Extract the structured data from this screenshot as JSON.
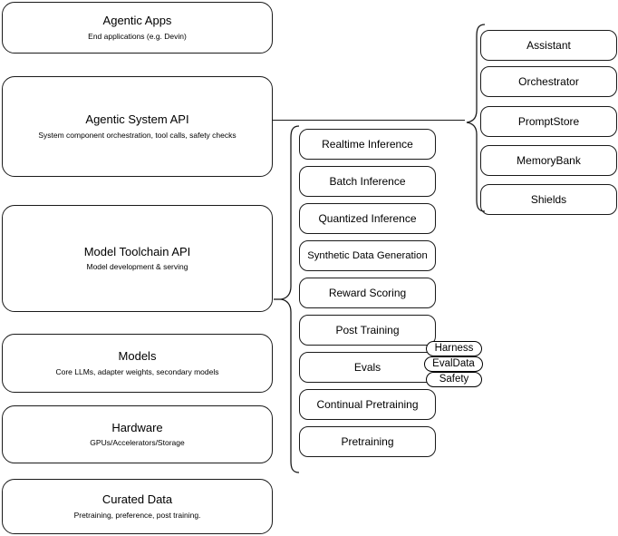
{
  "diagram": {
    "title": "AI Stack Architecture",
    "stroke_color": "#1a1a1a",
    "background_color": "#ffffff"
  },
  "layers": [
    {
      "name": "agentic-apps",
      "title": "Agentic Apps",
      "subtitle": "End applications (e.g. Devin)"
    },
    {
      "name": "agentic-system-api",
      "title": "Agentic System API",
      "subtitle": "System component orchestration, tool calls, safety checks"
    },
    {
      "name": "model-toolchain-api",
      "title": "Model Toolchain API",
      "subtitle": "Model development & serving"
    },
    {
      "name": "models",
      "title": "Models",
      "subtitle": "Core LLMs, adapter weights, secondary models"
    },
    {
      "name": "hardware",
      "title": "Hardware",
      "subtitle": "GPUs/Accelerators/Storage"
    },
    {
      "name": "curated-data",
      "title": "Curated Data",
      "subtitle": "Pretraining, preference, post training."
    }
  ],
  "toolchain_capabilities": [
    {
      "name": "realtime-inference",
      "label": "Realtime Inference"
    },
    {
      "name": "batch-inference",
      "label": "Batch Inference"
    },
    {
      "name": "quantized-inference",
      "label": "Quantized Inference"
    },
    {
      "name": "synthetic-data-generation",
      "label": "Synthetic Data Generation"
    },
    {
      "name": "reward-scoring",
      "label": "Reward Scoring"
    },
    {
      "name": "post-training",
      "label": "Post Training"
    },
    {
      "name": "evals",
      "label": "Evals"
    },
    {
      "name": "continual-pretraining",
      "label": "Continual Pretraining"
    },
    {
      "name": "pretraining",
      "label": "Pretraining"
    }
  ],
  "evals_badges": [
    {
      "name": "harness",
      "label": "Harness"
    },
    {
      "name": "evaldata",
      "label": "EvalData"
    },
    {
      "name": "safety",
      "label": "Safety"
    }
  ],
  "agentic_components": [
    {
      "name": "assistant",
      "label": "Assistant"
    },
    {
      "name": "orchestrator",
      "label": "Orchestrator"
    },
    {
      "name": "promptstore",
      "label": "PromptStore"
    },
    {
      "name": "memorybank",
      "label": "MemoryBank"
    },
    {
      "name": "shields",
      "label": "Shields"
    }
  ]
}
